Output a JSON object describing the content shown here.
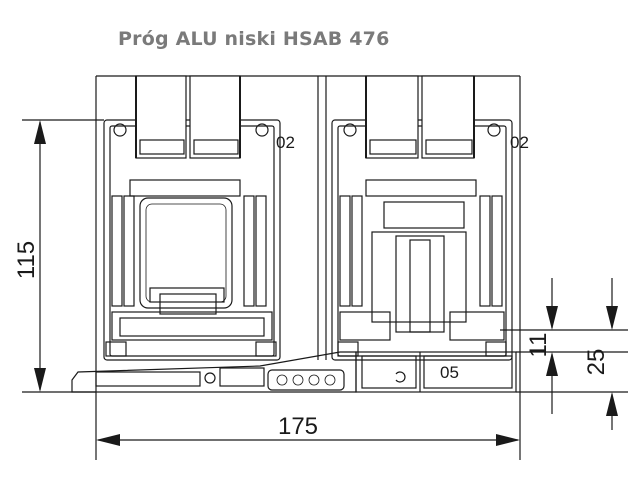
{
  "title": "Próg ALU niski HSAB 476",
  "dimensions": {
    "height_left": "115",
    "width_bottom": "175",
    "height_right": "25",
    "step_height": "11"
  },
  "labels": {
    "part_left": "02",
    "part_right": "02",
    "threshold_part": "05"
  }
}
